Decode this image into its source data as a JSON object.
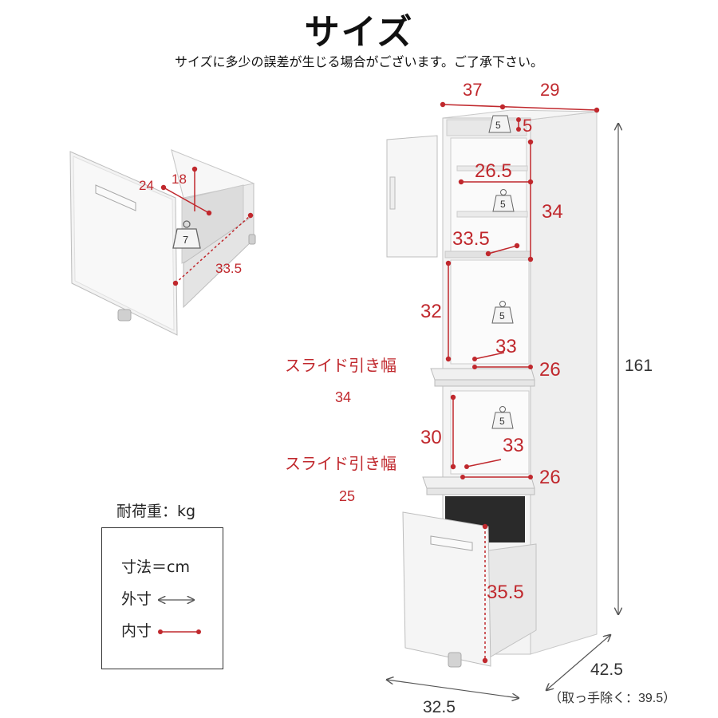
{
  "header": {
    "title": "サイズ",
    "subtitle": "サイズに多少の誤差が生じる場合がございます。ご了承下さい。"
  },
  "drawer_detail": {
    "depth_label": "24",
    "height_label": "18",
    "load_label": "7",
    "width_label": "33.5"
  },
  "cabinet": {
    "top_width_left": "37",
    "top_width_right": "29",
    "top_load": "5",
    "top_gap": "5",
    "shelf_width": "26.5",
    "shelf_load": "5",
    "upper_height": "34",
    "upper_depth": "33.5",
    "slide1_height": "32",
    "slide1_load": "5",
    "slide1_depth": "33",
    "slide1_width": "26",
    "slide1_label": "スライド引き幅",
    "slide1_value": "34",
    "slide2_height": "30",
    "slide2_load": "5",
    "slide2_depth": "33",
    "slide2_width": "26",
    "slide2_label": "スライド引き幅",
    "slide2_value": "25",
    "drawer_height": "35.5",
    "total_height": "161",
    "bottom_width": "32.5",
    "side_depth": "42.5",
    "side_depth_note": "（取っ手除く：39.5）"
  },
  "legend": {
    "load_title": "耐荷重：kg",
    "unit": "寸法＝cm",
    "outer_label": "外寸",
    "inner_label": "内寸"
  },
  "colors": {
    "inner_dim": "#c0282d",
    "outer_dim": "#555555"
  }
}
